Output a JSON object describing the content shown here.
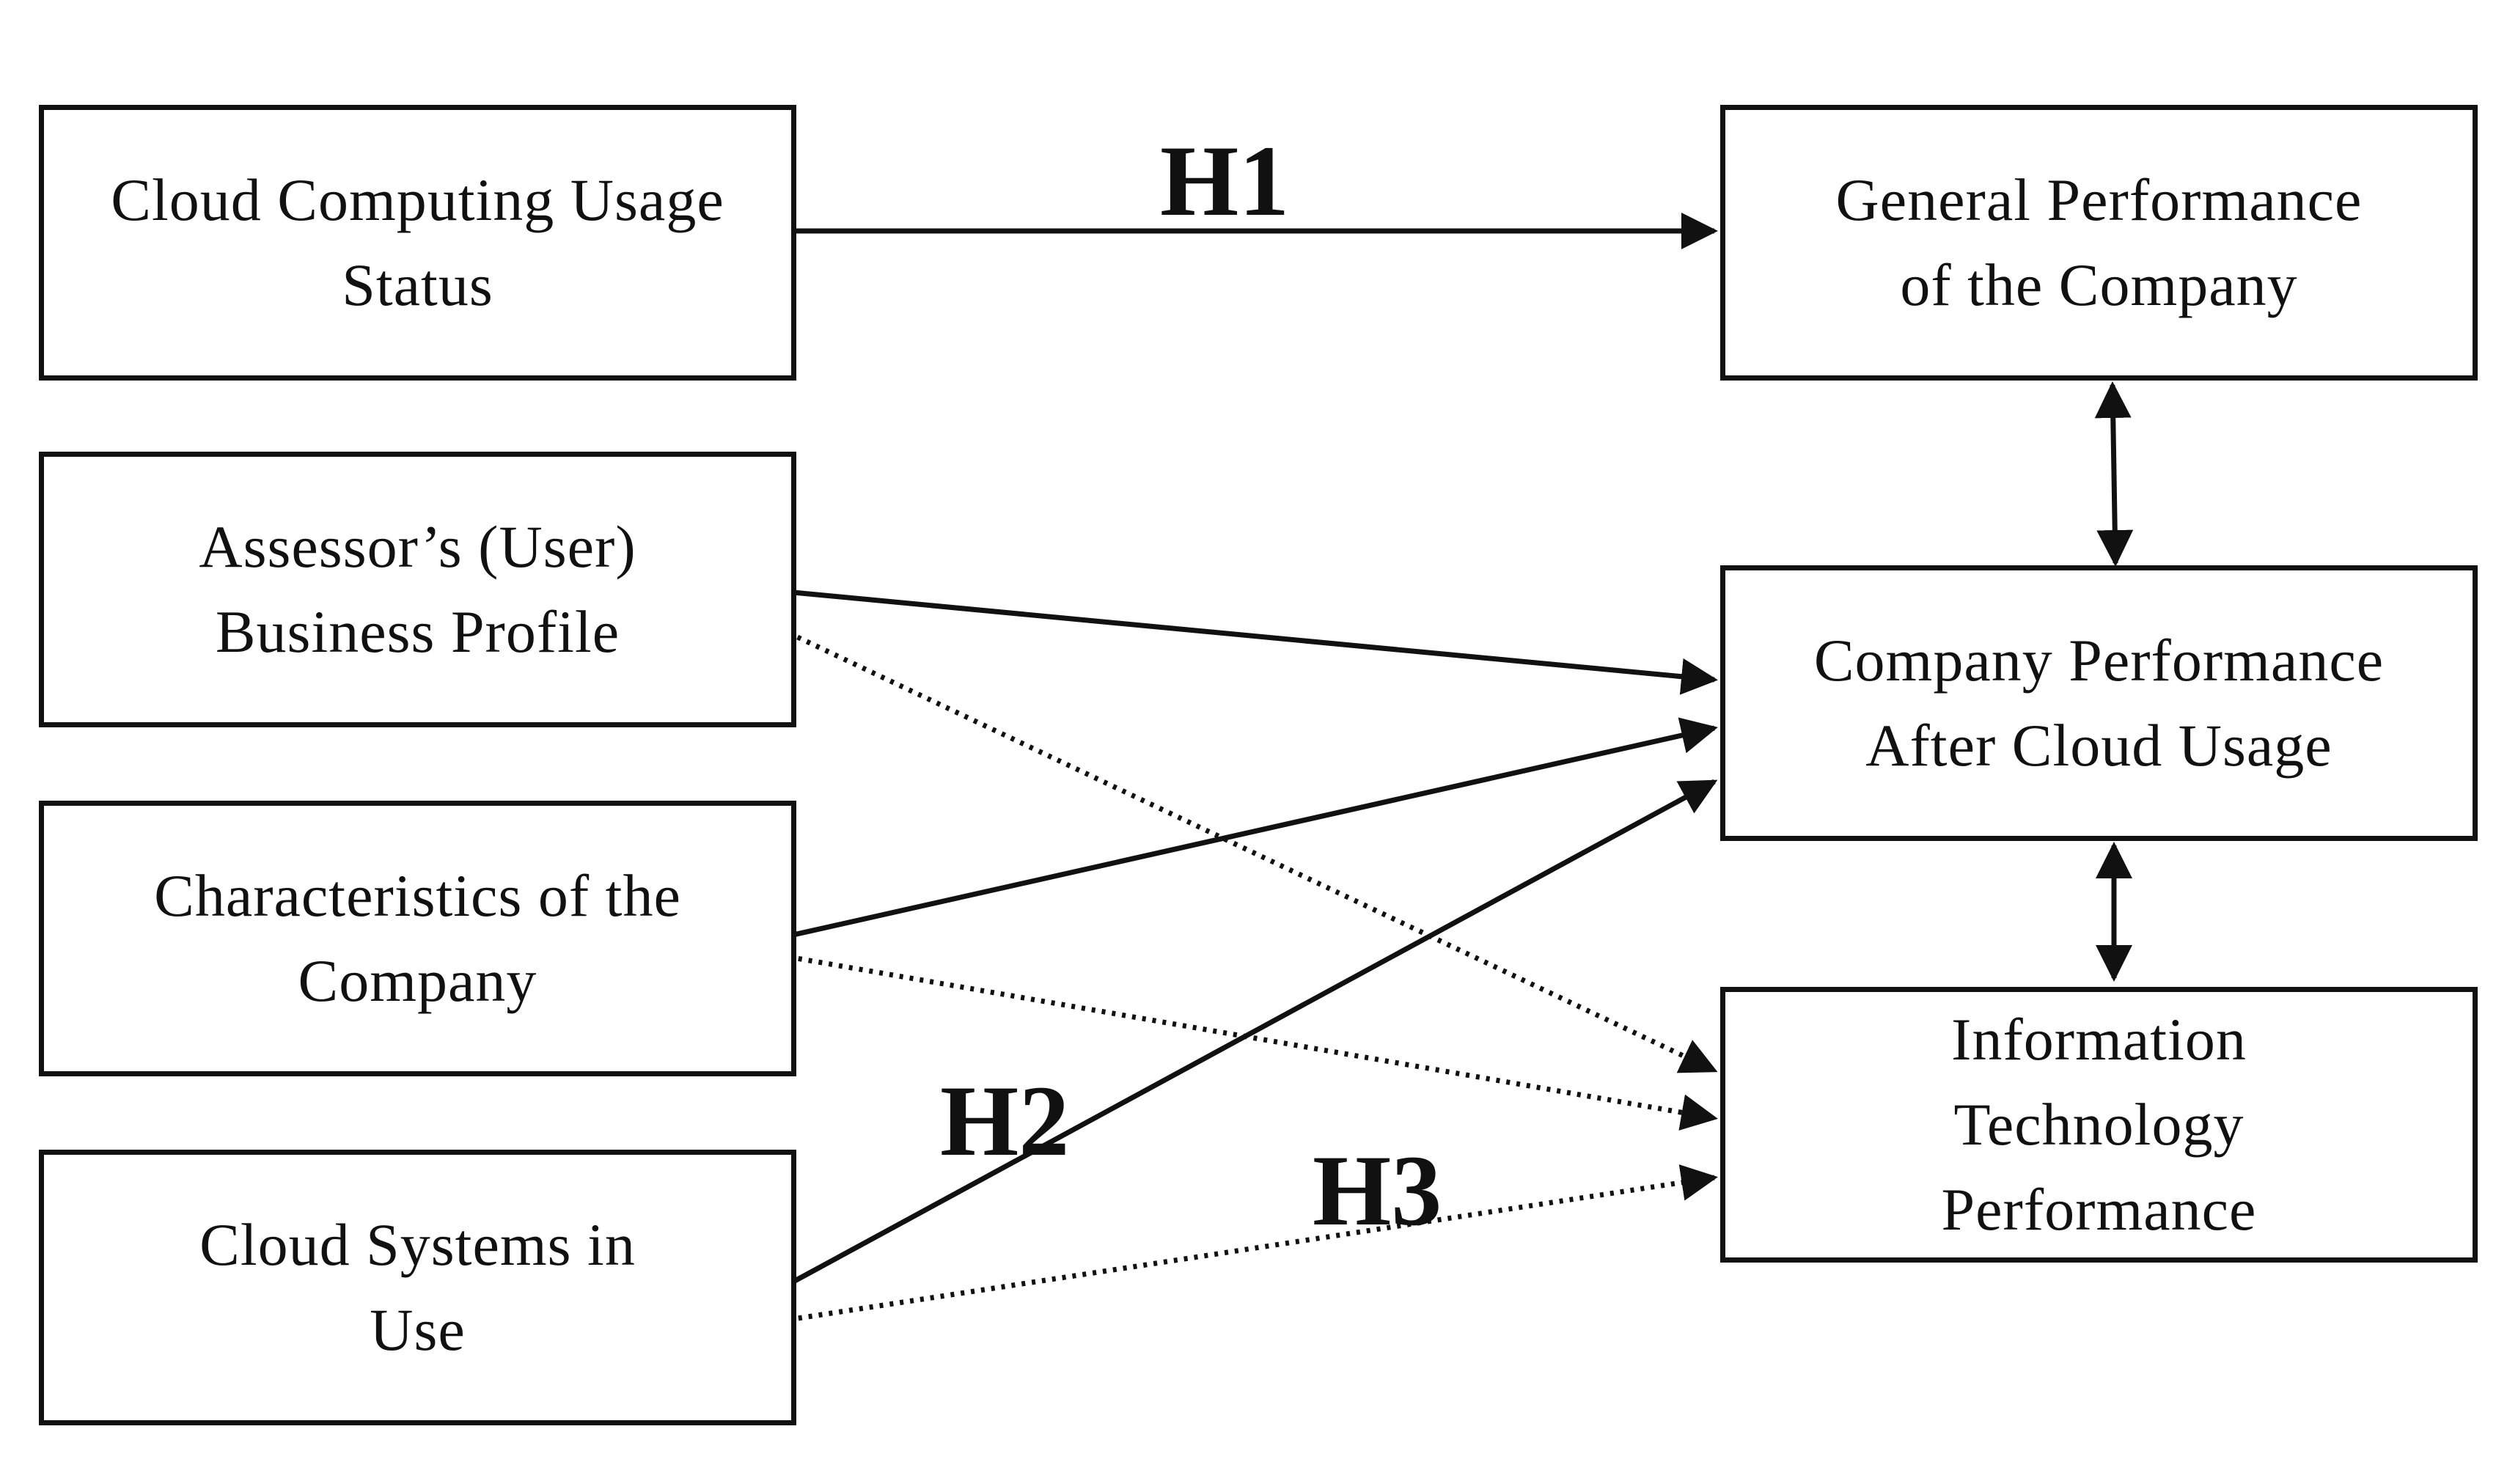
{
  "diagram": {
    "boxes": {
      "cloud_usage_status": {
        "label": "Cloud Computing Usage\nStatus"
      },
      "assessor_profile": {
        "label": "Assessor’s (User)\nBusiness Profile"
      },
      "company_characteristics": {
        "label": "Characteristics of the\nCompany"
      },
      "cloud_systems": {
        "label": "Cloud Systems in\nUse"
      },
      "general_performance": {
        "label": "General Performance\nof the Company"
      },
      "performance_after_cloud": {
        "label": "Company Performance\nAfter Cloud Usage"
      },
      "it_performance": {
        "label": "Information\nTechnology\nPerformance"
      }
    },
    "hypotheses": {
      "h1": "H1",
      "h2": "H2",
      "h3": "H3"
    },
    "edges": [
      {
        "from": "cloud_usage_status",
        "to": "general_performance",
        "style": "solid",
        "direction": "forward"
      },
      {
        "from": "assessor_profile",
        "to": "performance_after_cloud",
        "style": "solid",
        "direction": "forward"
      },
      {
        "from": "company_characteristics",
        "to": "performance_after_cloud",
        "style": "solid",
        "direction": "forward"
      },
      {
        "from": "cloud_systems",
        "to": "performance_after_cloud",
        "style": "solid",
        "direction": "forward"
      },
      {
        "from": "assessor_profile",
        "to": "it_performance",
        "style": "dotted",
        "direction": "forward"
      },
      {
        "from": "company_characteristics",
        "to": "it_performance",
        "style": "dotted",
        "direction": "forward"
      },
      {
        "from": "cloud_systems",
        "to": "it_performance",
        "style": "dotted",
        "direction": "forward"
      },
      {
        "from": "general_performance",
        "to": "performance_after_cloud",
        "style": "solid",
        "direction": "both"
      },
      {
        "from": "performance_after_cloud",
        "to": "it_performance",
        "style": "solid",
        "direction": "both"
      }
    ],
    "colors": {
      "stroke": "#111111",
      "background": "#ffffff"
    }
  }
}
